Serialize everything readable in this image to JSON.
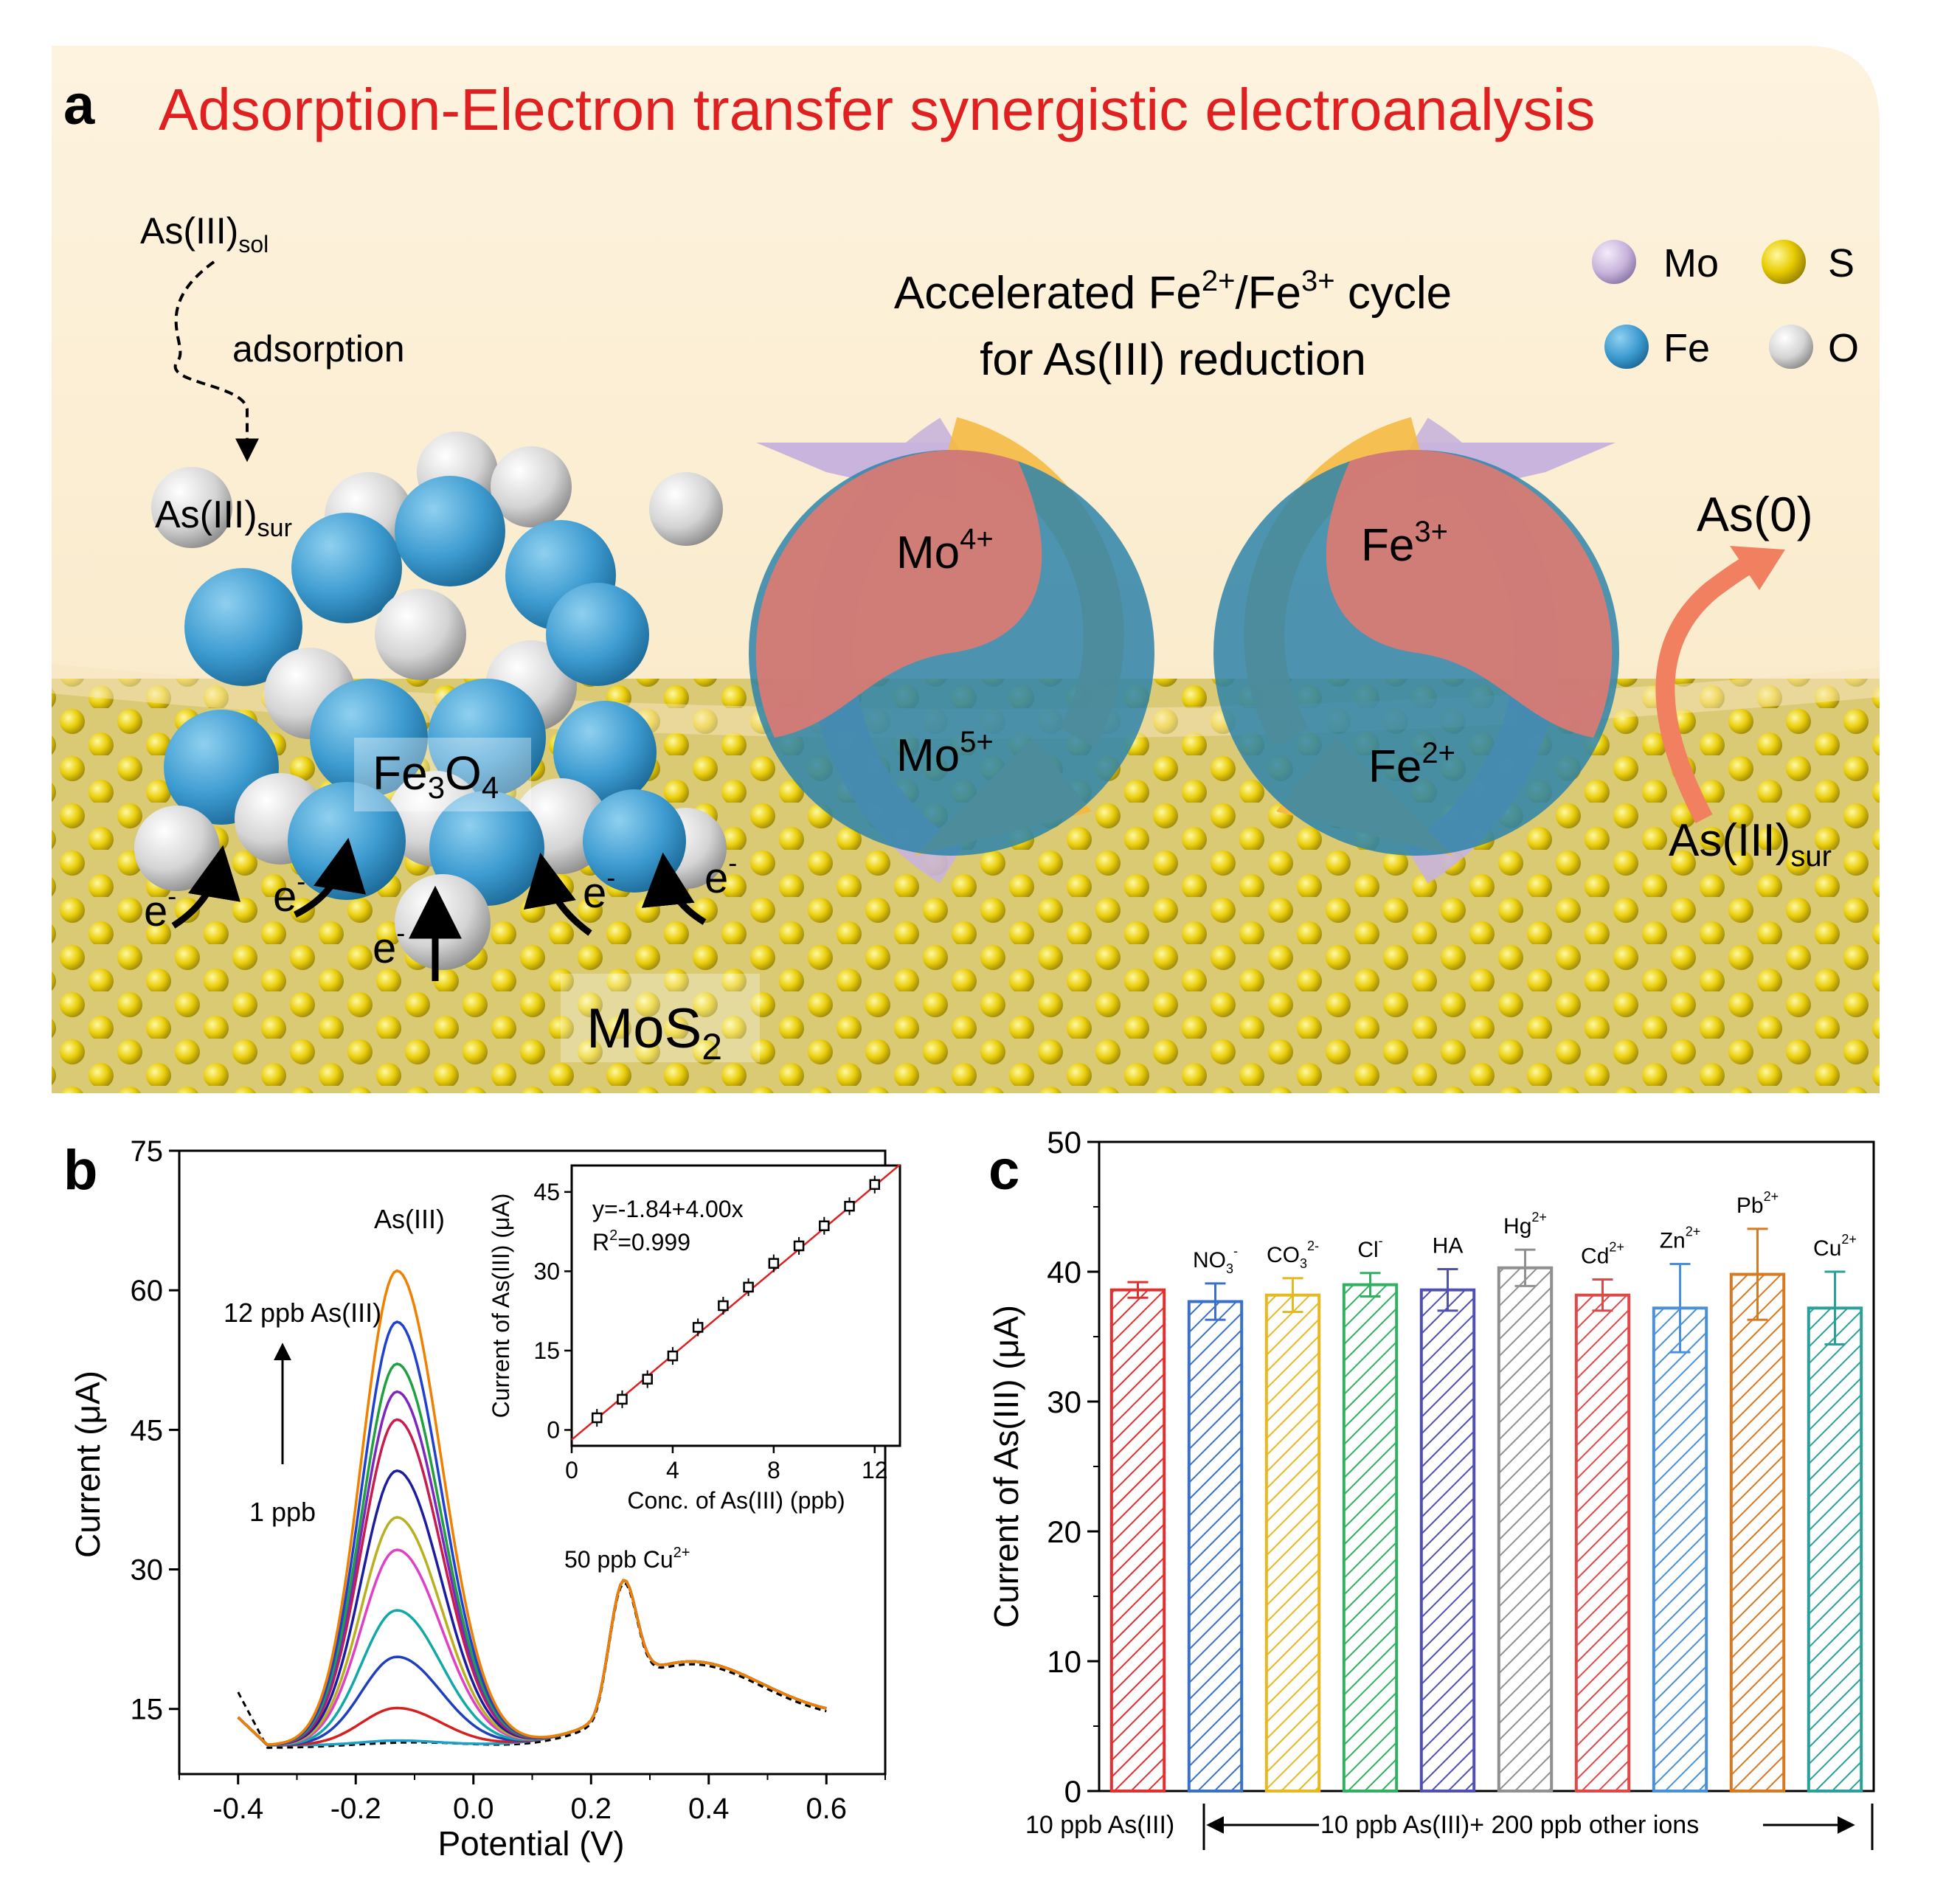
{
  "panel_a": {
    "label": "a",
    "title": "Adsorption-Electron transfer synergistic electroanalysis",
    "title_color": "#e02020",
    "as_sol": "As(III)",
    "as_sol_sub": "sol",
    "adsorption": "adsorption",
    "as_sur_left": "As(III)",
    "as_sur_sub": "sur",
    "cycle_line1_pre": "Accelerated Fe",
    "cycle_line1_sup1": "2+",
    "cycle_line1_mid": "/Fe",
    "cycle_line1_sup2": "3+",
    "cycle_line1_post": " cycle",
    "cycle_line2": "for As(III) reduction",
    "legend": [
      {
        "label": "Mo",
        "color": "#c8b4dc"
      },
      {
        "label": "S",
        "color": "#e6cc00"
      },
      {
        "label": "Fe",
        "color": "#3d9bd0"
      },
      {
        "label": "O",
        "color": "#d0d0d0"
      }
    ],
    "mo4": "Mo",
    "mo4_sup": "4+",
    "mo5": "Mo",
    "mo5_sup": "5+",
    "fe3": "Fe",
    "fe3_sup": "3+",
    "fe2": "Fe",
    "fe2_sup": "2+",
    "as0": "As(0)",
    "as_sur_right": "As(III)",
    "fe3o4_main": "Fe",
    "fe3o4_sub1": "3",
    "fe3o4_o": "O",
    "fe3o4_sub2": "4",
    "mos2_main": "MoS",
    "mos2_sub": "2",
    "electron": "e",
    "electron_sup": "-"
  },
  "panel_b": {
    "label": "b",
    "annotation_as": "As(III)",
    "annotation_top": "12 ppb As(III)",
    "annotation_bottom": "1 ppb",
    "annotation_cu": "50 ppb Cu",
    "annotation_cu_sup": "2+",
    "chart_data": {
      "type": "line",
      "xlabel": "Potential (V)",
      "ylabel": "Current (μA)",
      "xlim": [
        -0.5,
        0.7
      ],
      "ylim": [
        8,
        75
      ],
      "xticks": [
        "-0.4",
        "-0.2",
        "0.0",
        "0.2",
        "0.4",
        "0.6"
      ],
      "yticks": [
        "15",
        "30",
        "45",
        "60",
        "75"
      ],
      "peak_potential": -0.13,
      "as_peak_currents": [
        11.5,
        15,
        20.5,
        25.5,
        32,
        35.5,
        40.5,
        46,
        49,
        52,
        56.5,
        62
      ],
      "cu_peak_current": 28,
      "blank_series": "dashed",
      "series_colors": [
        "#1ea0c8",
        "#d62020",
        "#1f3fbf",
        "#12a8a8",
        "#e040c8",
        "#b8b020",
        "#1c1ca0",
        "#c81c4c",
        "#7c28c0",
        "#20a040",
        "#2040d0",
        "#f08000"
      ]
    },
    "inset": {
      "chart_data": {
        "type": "scatter",
        "equation": "y=-1.84+4.00x",
        "r2_label": "R",
        "r2_sup": "2",
        "r2_value": "=0.999",
        "xlabel": "Conc. of As(III) (ppb)",
        "ylabel": "Current of As(III) (μA)",
        "xlim": [
          0,
          13
        ],
        "ylim": [
          -3,
          50
        ],
        "xticks": [
          "0",
          "4",
          "8",
          "12"
        ],
        "yticks": [
          "0",
          "15",
          "30",
          "45"
        ],
        "x": [
          1,
          2,
          3,
          4,
          5,
          6,
          7,
          8,
          9,
          10,
          11,
          12
        ],
        "y": [
          2.3,
          5.8,
          9.6,
          14.0,
          19.4,
          23.5,
          27.0,
          31.5,
          34.8,
          38.6,
          42.3,
          46.4
        ],
        "fit": {
          "intercept": -1.84,
          "slope": 4.0,
          "color": "#e02020"
        }
      }
    }
  },
  "panel_c": {
    "label": "c",
    "chart_data": {
      "type": "bar",
      "ylabel": "Current of As(III) (μA)",
      "ylim": [
        0,
        50
      ],
      "yticks": [
        "0",
        "10",
        "20",
        "30",
        "40",
        "50"
      ],
      "categories": [
        "10 ppb As(III)",
        "NO3-",
        "CO32-",
        "Cl-",
        "HA",
        "Hg2+",
        "Cd2+",
        "Zn2+",
        "Pb2+",
        "Cu2+"
      ],
      "values": [
        38.6,
        37.7,
        38.2,
        39.0,
        38.6,
        40.3,
        38.2,
        37.2,
        39.8,
        37.2
      ],
      "errors": [
        0.6,
        1.4,
        1.3,
        0.9,
        1.6,
        1.4,
        1.2,
        3.4,
        3.5,
        2.8
      ],
      "colors": [
        "#e03030",
        "#3a70c8",
        "#e8b820",
        "#30b060",
        "#5050b0",
        "#909090",
        "#e04848",
        "#4a90d8",
        "#d87820",
        "#2aa098"
      ],
      "bar_labels": [
        {
          "main": "",
          "sub": "",
          "sup": ""
        },
        {
          "main": "NO",
          "sub": "3",
          "sup": "-"
        },
        {
          "main": "CO",
          "sub": "3",
          "sup": "2-"
        },
        {
          "main": "Cl",
          "sub": "",
          "sup": "-"
        },
        {
          "main": "HA",
          "sub": "",
          "sup": ""
        },
        {
          "main": "Hg",
          "sub": "",
          "sup": "2+"
        },
        {
          "main": "Cd",
          "sub": "",
          "sup": "2+"
        },
        {
          "main": "Zn",
          "sub": "",
          "sup": "2+"
        },
        {
          "main": "Pb",
          "sub": "",
          "sup": "2+"
        },
        {
          "main": "Cu",
          "sub": "",
          "sup": "2+"
        }
      ],
      "footer_left": "10 ppb As(III)",
      "footer_right": "10 ppb As(III)+ 200 ppb other ions"
    }
  }
}
